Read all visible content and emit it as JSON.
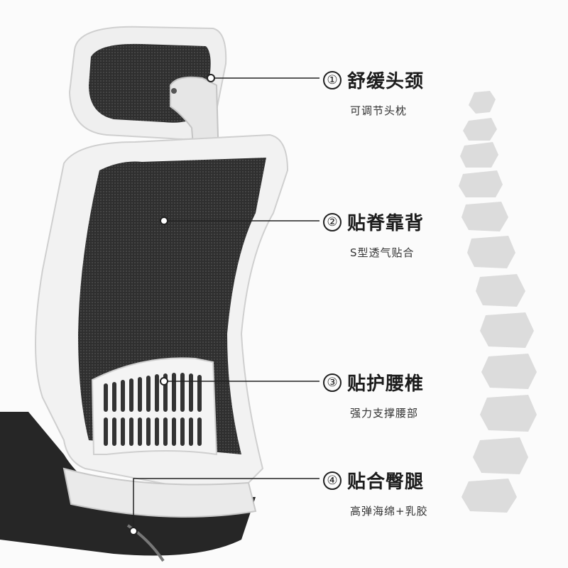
{
  "features": [
    {
      "number": "①",
      "title": "舒缓头颈",
      "subtitle": "可调节头枕"
    },
    {
      "number": "②",
      "title": "贴脊靠背",
      "subtitle": "S型透气贴合"
    },
    {
      "number": "③",
      "title": "贴护腰椎",
      "subtitle": "强力支撑腰部"
    },
    {
      "number": "④",
      "title": "贴合臀腿",
      "subtitle": "高弹海绵+乳胶"
    }
  ],
  "colors": {
    "frame": "#eeeeee",
    "mesh": "#2b2b2b",
    "spine": "#dcdcdc",
    "text": "#1c1c1c"
  }
}
